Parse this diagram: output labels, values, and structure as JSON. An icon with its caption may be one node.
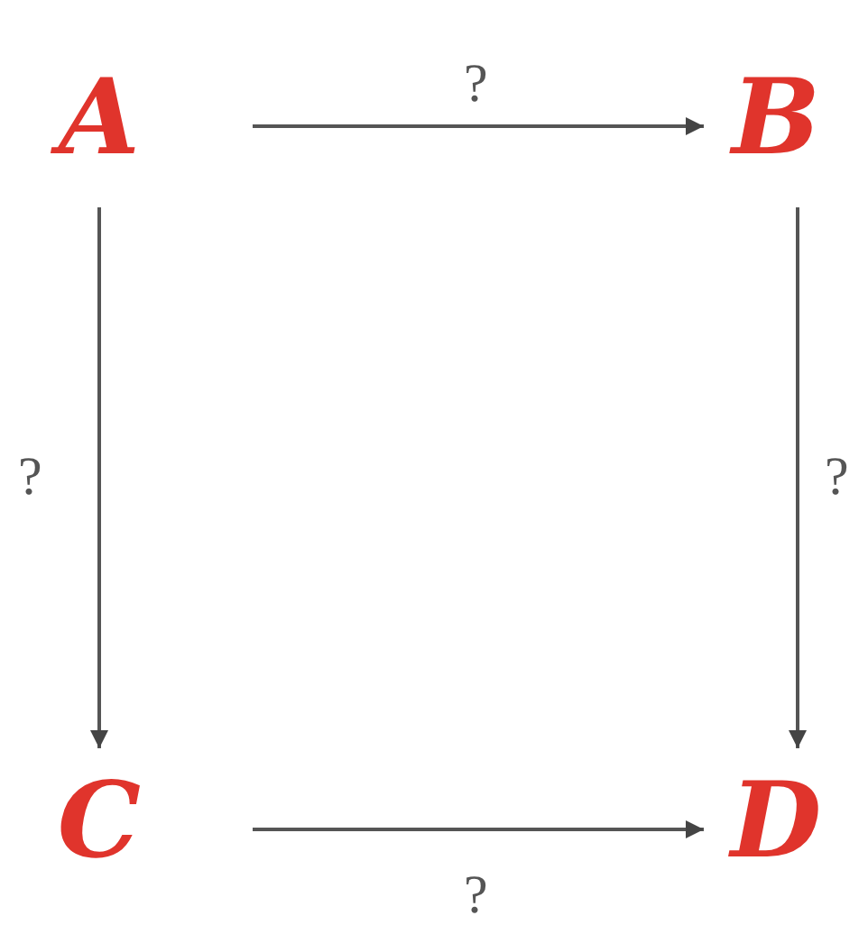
{
  "diagram": {
    "nodes": [
      {
        "text": [
          "A"
        ]
      },
      {
        "text": [
          "B"
        ]
      },
      {
        "text": [
          "C"
        ]
      },
      {
        "text": [
          "D"
        ]
      }
    ],
    "edges": [
      {
        "from": 0,
        "to": 1,
        "arrow": "to",
        "label": "?"
      },
      {
        "from": 0,
        "to": 2,
        "arrow": "to",
        "label": "?"
      },
      {
        "from": 1,
        "to": 3,
        "arrow": "to",
        "label": "?"
      },
      {
        "from": 2,
        "to": 3,
        "arrow": "to",
        "label": "?"
      }
    ]
  }
}
